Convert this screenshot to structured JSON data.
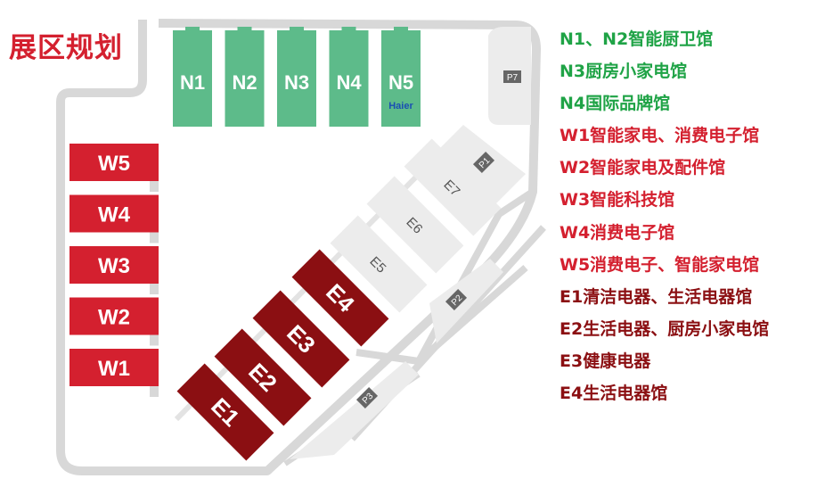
{
  "title": "展区规划",
  "colors": {
    "green": "#5dbb8a",
    "red": "#d4202f",
    "dark_red": "#8b0f12",
    "light_grey": "#ececec",
    "road": "#d8d8d8",
    "parking": "#666666",
    "haier_blue": "#1a4fb3"
  },
  "halls": {
    "north": [
      {
        "label": "N1"
      },
      {
        "label": "N2"
      },
      {
        "label": "N3"
      },
      {
        "label": "N4"
      },
      {
        "label": "N5",
        "brand": "Haier"
      }
    ],
    "west": [
      {
        "label": "W5"
      },
      {
        "label": "W4"
      },
      {
        "label": "W3"
      },
      {
        "label": "W2"
      },
      {
        "label": "W1"
      }
    ],
    "east_grey": [
      {
        "label": "E5"
      },
      {
        "label": "E6"
      },
      {
        "label": "E7"
      }
    ],
    "east_red": [
      {
        "label": "E4"
      },
      {
        "label": "E3"
      },
      {
        "label": "E2"
      },
      {
        "label": "E1"
      }
    ]
  },
  "parking": [
    {
      "label": "P7"
    },
    {
      "label": "P1"
    },
    {
      "label": "P2"
    },
    {
      "label": "P3"
    }
  ],
  "legend": [
    {
      "text": "N1、N2智能厨卫馆",
      "color": "#1fa346"
    },
    {
      "text": "N3厨房小家电馆",
      "color": "#1fa346"
    },
    {
      "text": "N4国际品牌馆",
      "color": "#1fa346"
    },
    {
      "text": "W1智能家电、消费电子馆",
      "color": "#d4202f"
    },
    {
      "text": "W2智能家电及配件馆",
      "color": "#d4202f"
    },
    {
      "text": "W3智能科技馆",
      "color": "#d4202f"
    },
    {
      "text": "W4消费电子馆",
      "color": "#d4202f"
    },
    {
      "text": "W5消费电子、智能家电馆",
      "color": "#d4202f"
    },
    {
      "text": "E1清洁电器、生活电器馆",
      "color": "#8b0f12"
    },
    {
      "text": "E2生活电器、厨房小家电馆",
      "color": "#8b0f12"
    },
    {
      "text": "E3健康电器",
      "color": "#8b0f12"
    },
    {
      "text": "E4生活电器馆",
      "color": "#8b0f12"
    }
  ]
}
